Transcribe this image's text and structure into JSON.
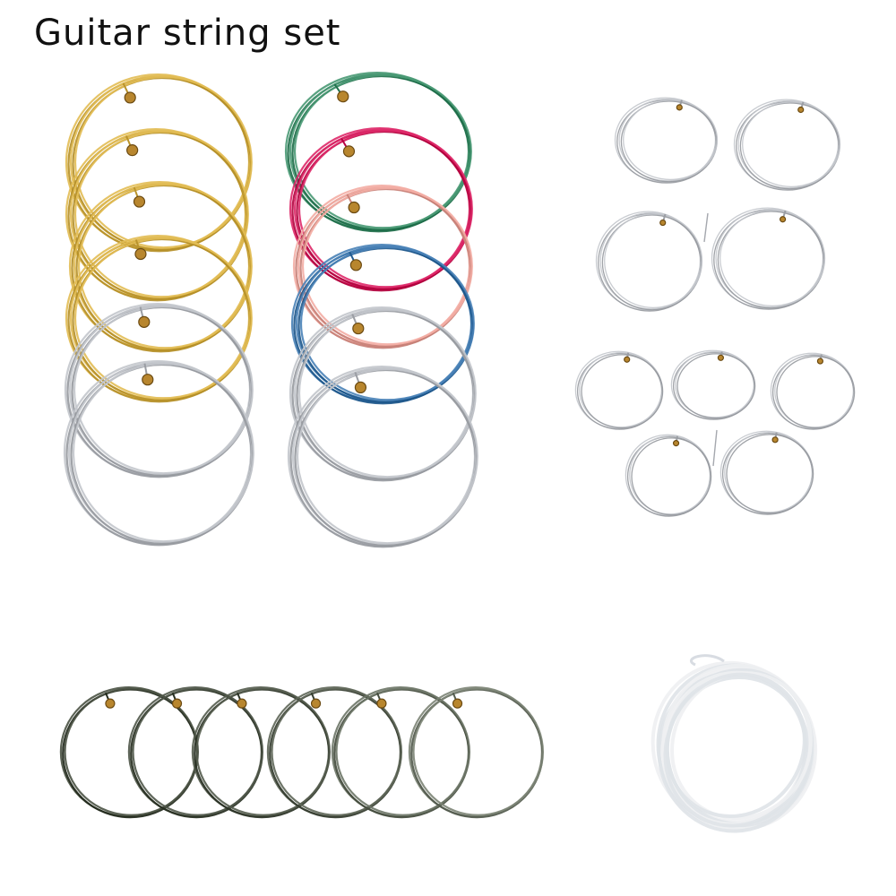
{
  "title": "Guitar string set",
  "colors": {
    "background": "#ffffff",
    "gold": "#d8b24a",
    "silver": "#b9bcc2",
    "green": "#3f8f6a",
    "magenta": "#d41f5f",
    "pink": "#e9a39a",
    "blue": "#3f78ad",
    "dark_steel": "#4a5244",
    "nylon": "#eef0f2"
  },
  "groups": [
    {
      "name": "gold-string-set",
      "colors": [
        "gold",
        "gold",
        "gold",
        "gold",
        "silver",
        "silver"
      ]
    },
    {
      "name": "colored-string-set",
      "colors": [
        "green",
        "magenta",
        "pink",
        "blue",
        "silver",
        "silver"
      ]
    },
    {
      "name": "silver-string-set-six",
      "colors": [
        "silver",
        "silver",
        "silver",
        "silver",
        "silver",
        "silver"
      ]
    },
    {
      "name": "silver-string-set-five",
      "colors": [
        "silver",
        "silver",
        "silver",
        "silver",
        "silver"
      ]
    },
    {
      "name": "steel-string-set",
      "colors": [
        "dark_steel",
        "dark_steel",
        "dark_steel",
        "dark_steel",
        "dark_steel",
        "dark_steel"
      ]
    },
    {
      "name": "nylon-string-bundle",
      "colors": [
        "nylon"
      ]
    }
  ]
}
